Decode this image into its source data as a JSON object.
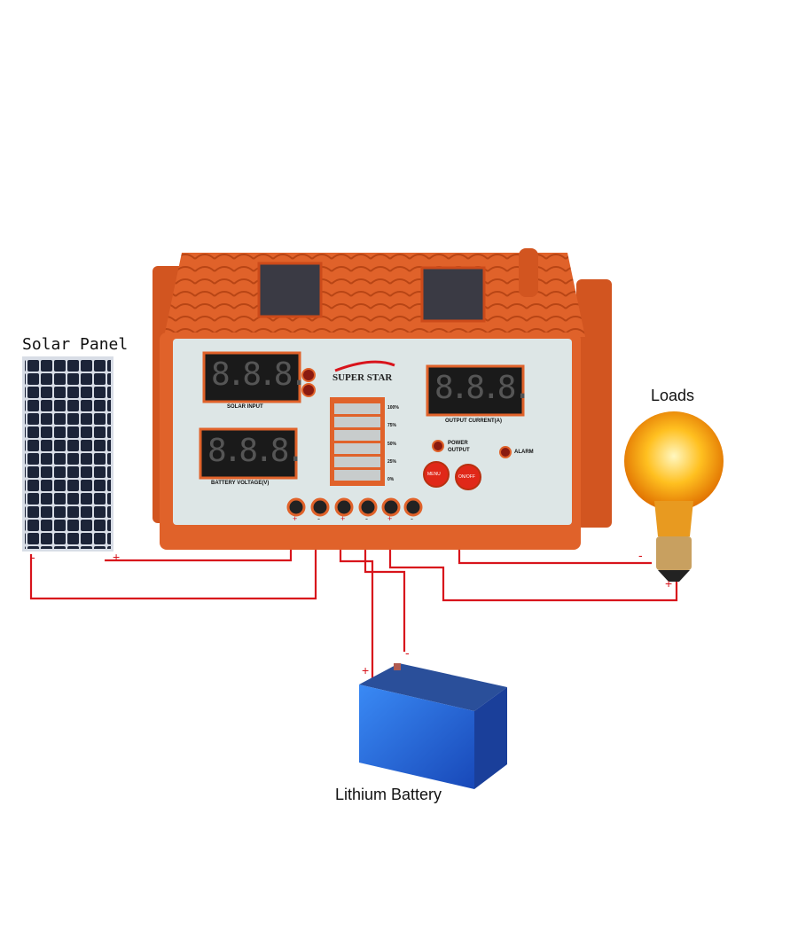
{
  "labels": {
    "solar_panel": "Solar Panel",
    "loads": "Loads",
    "battery": "Lithium Battery"
  },
  "controller": {
    "brand": "SUPER STAR",
    "display_digits": "8.8.8.",
    "solar_input": "SOLAR INPUT",
    "battery_voltage": "BATTERY VOLTAGE(V)",
    "output_current": "OUTPUT CURRENT(A)",
    "power_output": [
      "POWER",
      "OUTPUT"
    ],
    "alarm": "ALARM",
    "menu_button": "MENU",
    "onoff_button": "ON/OFF",
    "battery_levels": [
      "100%",
      "75%",
      "50%",
      "25%",
      "0%"
    ],
    "terminal_signs": [
      "+",
      "-",
      "+",
      "-",
      "+",
      "-"
    ]
  },
  "polarity": {
    "plus": "+",
    "minus": "-"
  },
  "colors": {
    "housing": "#e0622a",
    "wire": "#d8141c",
    "faceplate": "#dde6e6",
    "display": "#1a1a1a",
    "battery": "#2d6fe0"
  }
}
